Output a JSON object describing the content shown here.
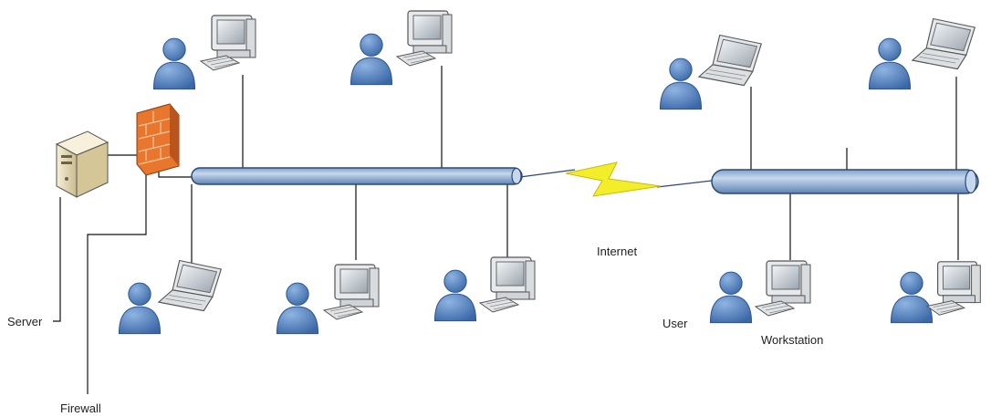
{
  "labels": {
    "server": "Server",
    "firewall": "Firewall",
    "internet": "Internet",
    "user": "User",
    "workstation": "Workstation"
  },
  "colors": {
    "bus_fill": "#9db9dc",
    "bus_edge": "#2b4a72",
    "user_fill": "#4d7fbf",
    "lightning": "#f2ee2a",
    "firewall": "#e8762c",
    "server": "#ece2c2"
  },
  "icons": {
    "user": "user-icon",
    "desktop": "desktop-computer-icon",
    "laptop": "laptop-icon",
    "server": "server-icon",
    "firewall": "firewall-icon",
    "internet": "lightning-icon"
  }
}
